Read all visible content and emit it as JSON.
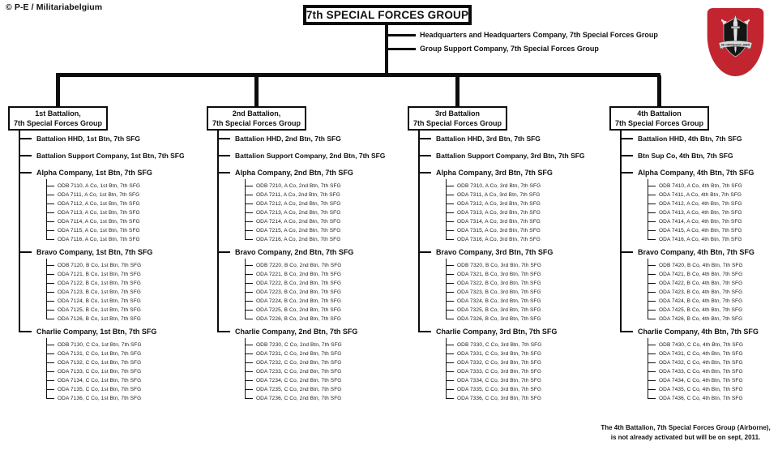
{
  "meta": {
    "copyright": "© P-E / Militariabelgium"
  },
  "header": {
    "title": "7th SPECIAL FORCES GROUP",
    "direct_units": [
      "Headquarters and Headquarters Company,  7th Special Forces Group",
      "Group Support Company,  7th Special Forces Group"
    ],
    "emblem": {
      "name": "7th-special-forces-group-beret-flash",
      "flash_color": "#C2252F",
      "motto": "DE OPPRESSO LIBER"
    }
  },
  "battalions": [
    {
      "box_line1": "1st Battalion,",
      "box_line2": "7th Special Forces Group",
      "hhd": "Battalion HHD, 1st Btn, 7th SFG",
      "support": "Battalion  Support Company, 1st Btn, 7th SFG",
      "companies": [
        {
          "label": "Alpha Company, 1st Btn, 7th SFG",
          "teams": [
            "ODB 7110, A Co, 1st Btn, 7th SFG",
            "ODA 7111, A Co, 1st Btn, 7th SFG",
            "ODA 7112, A Co, 1st Btn, 7th SFG",
            "ODA 7113, A Co, 1st Btn, 7th SFG",
            "ODA 7114, A Co, 1st Btn, 7th SFG",
            "ODA 7115, A Co, 1st Btn, 7th SFG",
            "ODA 7116, A Co, 1st Btn, 7th SFG"
          ]
        },
        {
          "label": "Bravo Company, 1st Btn, 7th SFG",
          "teams": [
            "ODB 7120, B Co, 1st Btn, 7th SFG",
            "ODA 7121, B Co, 1st Btn, 7th SFG",
            "ODA 7122, B Co, 1st Btn, 7th SFG",
            "ODA 7123, B Co, 1st Btn, 7th SFG",
            "ODA 7124, B Co, 1st Btn, 7th SFG",
            "ODA 7125, B Co, 1st Btn, 7th SFG",
            "ODA 7126, B Co, 1st Btn, 7th SFG"
          ]
        },
        {
          "label": "Charlie Company, 1st Btn, 7th SFG",
          "teams": [
            "ODB 7130, C Co, 1st Btn, 7th SFG",
            "ODA 7131, C Co, 1st Btn, 7th SFG",
            "ODA 7132, C Co, 1st Btn, 7th SFG",
            "ODA 7133, C Co, 1st Btn, 7th SFG",
            "ODA 7134, C Co, 1st Btn, 7th SFG",
            "ODA 7135, C Co, 1st Btn, 7th SFG",
            "ODA 7136, C Co, 1st Btn, 7th SFG"
          ]
        }
      ]
    },
    {
      "box_line1": "2nd Battalion,",
      "box_line2": "7th Special Forces Group",
      "hhd": "Battalion HHD, 2nd Btn, 7th SFG",
      "support": "Battalion  Support Company, 2nd Btn, 7th SFG",
      "companies": [
        {
          "label": "Alpha Company, 2nd Btn, 7th SFG",
          "teams": [
            "ODB 7210, A Co, 2nd Btn, 7th SFG",
            "ODA 7211, A Co, 2nd Btn, 7th SFG",
            "ODA 7212, A Co, 2nd Btn, 7th SFG",
            "ODA 7213, A Co, 2nd Btn, 7th SFG",
            "ODA 7214, A Co, 2nd Btn, 7th SFG",
            "ODA 7215, A Co, 2nd Btn, 7th SFG",
            "ODA 7216, A Co, 2nd Btn, 7th SFG"
          ]
        },
        {
          "label": "Bravo Company, 2nd Btn, 7th SFG",
          "teams": [
            "ODB 7220, B Co, 2nd Btn, 7th SFG",
            "ODA 7221, B Co, 2nd Btn, 7th SFG",
            "ODA 7222, B Co, 2nd Btn, 7th SFG",
            "ODA 7223, B Co, 2nd Btn, 7th SFG",
            "ODA 7224, B Co, 2nd Btn, 7th SFG",
            "ODA 7225, B Co, 2nd Btn, 7th SFG",
            "ODA 7226, B Co, 2nd Btn, 7th SFG"
          ]
        },
        {
          "label": "Charlie Company, 2nd Btn, 7th SFG",
          "teams": [
            "ODB 7230, C Co, 2nd Btn, 7th SFG",
            "ODA 7231, C Co, 2nd Btn, 7th SFG",
            "ODA 7232, C Co, 2nd Btn, 7th SFG",
            "ODA 7233, C Co, 2nd Btn, 7th SFG",
            "ODA 7234, C Co, 2nd Btn, 7th SFG",
            "ODA 7235, C Co, 2nd Btn, 7th SFG",
            "ODA 7236, C Co, 2nd Btn, 7th SFG"
          ]
        }
      ]
    },
    {
      "box_line1": "3rd Battalion",
      "box_line2": "7th Special Forces Group",
      "hhd": "Battalion HHD,  3rd Btn, 7th SFG",
      "support": "Battalion  Support Company, 3rd Btn,  7th SFG",
      "companies": [
        {
          "label": "Alpha Company, 3rd Btn, 7th SFG",
          "teams": [
            "ODB 7310, A Co, 3rd Btn, 7th SFG",
            "ODA 7311, A Co, 3rd Btn, 7th SFG",
            "ODA 7312, A Co, 3rd Btn, 7th SFG",
            "ODA 7313, A Co, 3rd Btn, 7th SFG",
            "ODA 7314, A Co, 3rd Btn, 7th SFG",
            "ODA 7315, A Co, 3rd Btn, 7th SFG",
            "ODA 7316, A Co, 3rd Btn, 7th SFG"
          ]
        },
        {
          "label": "Bravo Company, 3rd Btn, 7th SFG",
          "teams": [
            "ODB 7320, B Co, 3rd Btn, 7th SFG",
            "ODA 7321, B Co, 3rd Btn, 7th SFG",
            "ODA 7322, B Co, 3rd Btn, 7th SFG",
            "ODA 7323, B Co, 3rd Btn, 7th SFG",
            "ODA 7324, B Co, 3rd Btn, 7th SFG",
            "ODA 7325, B Co, 3rd Btn, 7th SFG",
            "ODA 7326, B Co, 3rd Btn, 7th SFG"
          ]
        },
        {
          "label": "Charlie Company, 3rd Btn, 7th SFG",
          "teams": [
            "ODB 7330, C Co, 3rd Btn, 7th SFG",
            "ODA 7331, C Co, 3rd Btn, 7th SFG",
            "ODA 7332, C Co, 3rd Btn, 7th SFG",
            "ODA 7333, C Co, 3rd Btn, 7th SFG",
            "ODA 7334, C Co, 3rd Btn, 7th SFG",
            "ODA 7335, C Co, 3rd Btn, 7th SFG",
            "ODA 7336, C Co, 3rd Btn, 7th SFG"
          ]
        }
      ]
    },
    {
      "box_line1": "4th Battalion",
      "box_line2": "7th Special Forces Group",
      "hhd": "Battalion HHD, 4th Btn, 7th SFG",
      "support": "Btn  Sup Co, 4th Btn, 7th SFG",
      "companies": [
        {
          "label": "Alpha Company, 4th Btn, 7th SFG",
          "teams": [
            "ODB 7410, A Co, 4th Btn, 7th SFG",
            "ODA 7411, A Co, 4th Btn, 7th SFG",
            "ODA 7412, A Co, 4th Btn, 7th SFG",
            "ODA 7413, A Co, 4th Btn, 7th SFG",
            "ODA 7414, A Co, 4th Btn, 7th SFG",
            "ODA 7415, A Co, 4th Btn, 7th SFG",
            "ODA 7416, A Co, 4th Btn, 7th SFG"
          ]
        },
        {
          "label": "Bravo Company, 4th Btn, 7th SFG",
          "teams": [
            "ODB 7420, B Co, 4th Btn, 7th SFG",
            "ODA 7421, B Co, 4th Btn, 7th SFG",
            "ODA 7422, B Co, 4th Btn, 7th SFG",
            "ODA 7423, B Co, 4th Btn, 7th SFG",
            "ODA 7424, B Co, 4th Btn, 7th SFG",
            "ODA 7425, B Co, 4th Btn, 7th SFG",
            "ODA 7426, B Co, 4th Btn, 7th SFG"
          ]
        },
        {
          "label": "Charlie Company, 4th Btn, 7th SFG",
          "teams": [
            "ODB 7430, C Co, 4th Btn, 7th SFG",
            "ODA 7431, C Co, 4th Btn, 7th SFG",
            "ODA 7432, C Co, 4th Btn, 7th SFG",
            "ODA 7433, C Co, 4th Btn, 7th SFG",
            "ODA 7434, C Co, 4th Btn, 7th SFG",
            "ODA 7435, C Co, 4th Btn, 7th SFG",
            "ODA 7436, C Co, 4th Btn, 7th SFG"
          ]
        }
      ]
    }
  ],
  "footnote": {
    "line1": "The 4th Battalion, 7th Special Forces Group (Airborne),",
    "line2": "is not already activated but will be on sept, 2011."
  }
}
